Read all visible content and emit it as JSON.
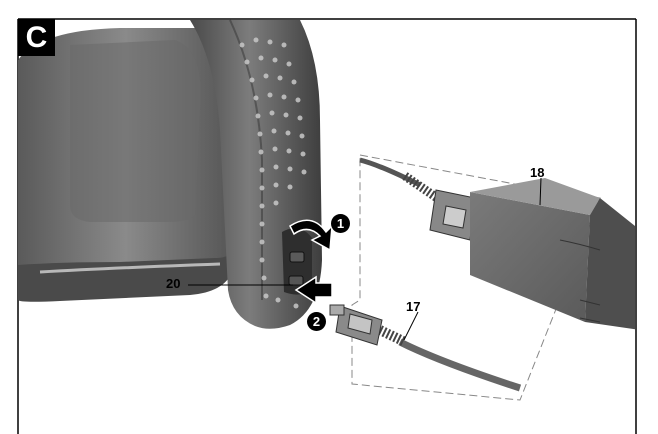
{
  "figure": {
    "letter": "C",
    "callouts": {
      "usb_cable": "17",
      "charger": "18",
      "charging_port": "20"
    },
    "steps": {
      "open_flap": "1",
      "insert_plug": "2"
    },
    "colors": {
      "device_dark": "#3a3a3a",
      "device_mid": "#6e6e6e",
      "device_light": "#9a9a9a",
      "line": "#000000"
    }
  }
}
